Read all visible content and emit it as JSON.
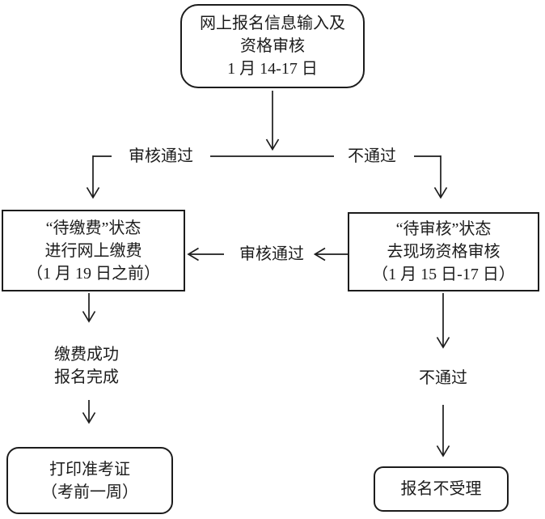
{
  "page": {
    "background_color": "#ffffff",
    "line_color": "#1c1c1c"
  },
  "nodes": {
    "start": {
      "shape": "rounded-terminator",
      "lines": [
        "网上报名信息输入及",
        "资格审核",
        "1 月 14-17 日"
      ]
    },
    "pay": {
      "shape": "rectangle",
      "lines": [
        "“待缴费”状态",
        "进行网上缴费",
        "（1 月 19 日之前）"
      ]
    },
    "review": {
      "shape": "rectangle",
      "lines": [
        "“待审核”状态",
        "去现场资格审核",
        "（1 月 15 日-17 日）"
      ]
    },
    "print": {
      "shape": "rounded-terminator",
      "lines": [
        "打印准考证",
        "（考前一周）"
      ]
    },
    "reject": {
      "shape": "rounded-terminator",
      "lines": [
        "报名不受理"
      ]
    }
  },
  "edge_labels": {
    "approve_left": "审核通过",
    "fail_right": "不通过",
    "approve_mid": "审核通过",
    "pay_success_line1": "缴费成功",
    "pay_success_line2": "报名完成",
    "fail_lower": "不通过"
  }
}
